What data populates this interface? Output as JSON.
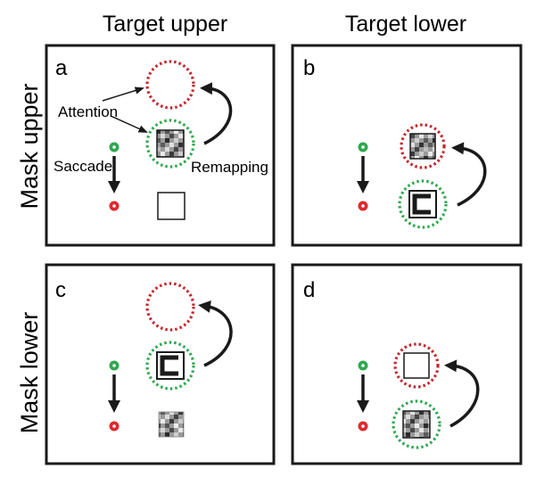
{
  "columns": [
    "Target upper",
    "Target lower"
  ],
  "rows": [
    "Mask upper",
    "Mask lower"
  ],
  "annotations": {
    "attention": "Attention",
    "saccade": "Saccade",
    "remapping": "Remapping"
  },
  "panels": [
    {
      "letter": "a",
      "mask_row": "upper",
      "target_col": "upper",
      "upper_item": "empty",
      "lower_item": "mask",
      "offside_item": "empty-square"
    },
    {
      "letter": "b",
      "mask_row": "upper",
      "target_col": "lower",
      "upper_item": "mask",
      "lower_item": "target",
      "offside_item": "none"
    },
    {
      "letter": "c",
      "mask_row": "lower",
      "target_col": "upper",
      "upper_item": "empty",
      "lower_item": "target",
      "offside_item": "mask"
    },
    {
      "letter": "d",
      "mask_row": "lower",
      "target_col": "lower",
      "upper_item": "empty-square",
      "lower_item": "mask",
      "offside_item": "none"
    }
  ],
  "colors": {
    "attention_upper": "#c0282d",
    "attention_lower": "#2fa84f",
    "fixation_start": "#2fa84f",
    "fixation_end": "#e0282d",
    "outline": "#1a1a1a"
  }
}
